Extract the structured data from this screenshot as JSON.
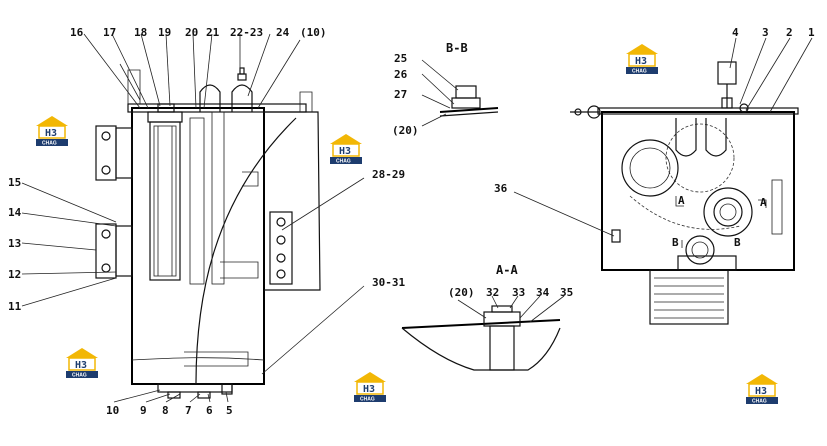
{
  "labels": {
    "l1": "1",
    "l2": "2",
    "l3": "3",
    "l4": "4",
    "l5": "5",
    "l6": "6",
    "l7": "7",
    "l8": "8",
    "l9": "9",
    "l10": "10",
    "l11": "11",
    "l12": "12",
    "l13": "13",
    "l14": "14",
    "l15": "15",
    "l16": "16",
    "l17": "17",
    "l18": "18",
    "l19": "19",
    "l20": "20",
    "l21": "21",
    "l22_23": "22-23",
    "l24": "24",
    "l10p": "(10)",
    "l25": "25",
    "l26": "26",
    "l27": "27",
    "l20p_bb": "(20)",
    "l28_29": "28-29",
    "l30_31": "30-31",
    "l36": "36",
    "l20p_aa": "(20)",
    "l32": "32",
    "l33": "33",
    "l34": "34",
    "l35": "35"
  },
  "section_titles": {
    "bb": "B-B",
    "aa": "A-A"
  },
  "view_markers": {
    "a": "A",
    "b": "B"
  },
  "watermark": {
    "logo": "H3",
    "text": "CHAG"
  },
  "colors": {
    "line": "#111111",
    "logo_yellow": "#f2b705",
    "logo_blue": "#1d3c6e"
  }
}
